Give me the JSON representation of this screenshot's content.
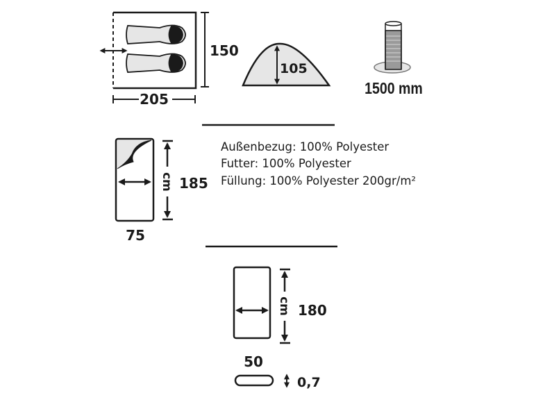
{
  "tent": {
    "width_label": "150",
    "length_label": "205",
    "height_label": "105",
    "water_column_label": "1500 mm"
  },
  "sleeping_bag": {
    "length_label": "185",
    "width_label": "75",
    "unit_label": "cm",
    "materials": [
      "Außenbezug: 100% Polyester",
      "Futter: 100% Polyester",
      "Füllung: 100% Polyester 200gr/m²"
    ]
  },
  "mat": {
    "length_label": "180",
    "width_label": "50",
    "unit_label": "cm",
    "thickness_label": "0,7"
  },
  "colors": {
    "ink": "#1a1a1a",
    "fill": "#e6e6e6",
    "water": "#9a9a9a"
  }
}
